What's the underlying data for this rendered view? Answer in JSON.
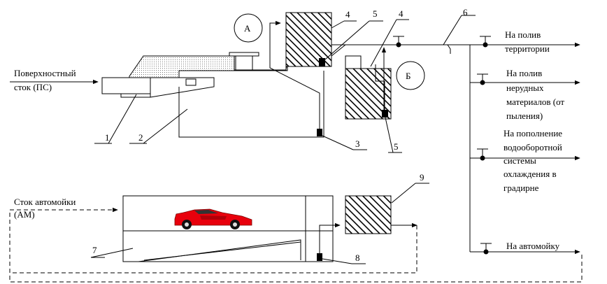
{
  "inputs": {
    "surface_runoff_line1": "Поверхностный",
    "surface_runoff_line2": "сток (ПС)",
    "carwash_runoff_line1": "Сток автомойки",
    "carwash_runoff_line2": "(АМ)"
  },
  "nodes": {
    "a": "А",
    "b": "Б"
  },
  "outputs": {
    "territory_line1": "На полив",
    "territory_line2": "территории",
    "materials_line1": "На полив",
    "materials_line2": "нерудных",
    "materials_line3": "материалов (от",
    "materials_line4": "пыления)",
    "cooling_line1": "На пополнение",
    "cooling_line2": "водооборотной",
    "cooling_line3": "системы",
    "cooling_line4": "охлаждения в",
    "cooling_line5": "градирне",
    "carwash": "На автомойку"
  },
  "callouts": [
    "1",
    "2",
    "3",
    "4",
    "4",
    "5",
    "5",
    "6",
    "7",
    "8",
    "9"
  ],
  "colors": {
    "line": "#000000",
    "car_body": "#e8000c",
    "hatch": "#000000"
  }
}
